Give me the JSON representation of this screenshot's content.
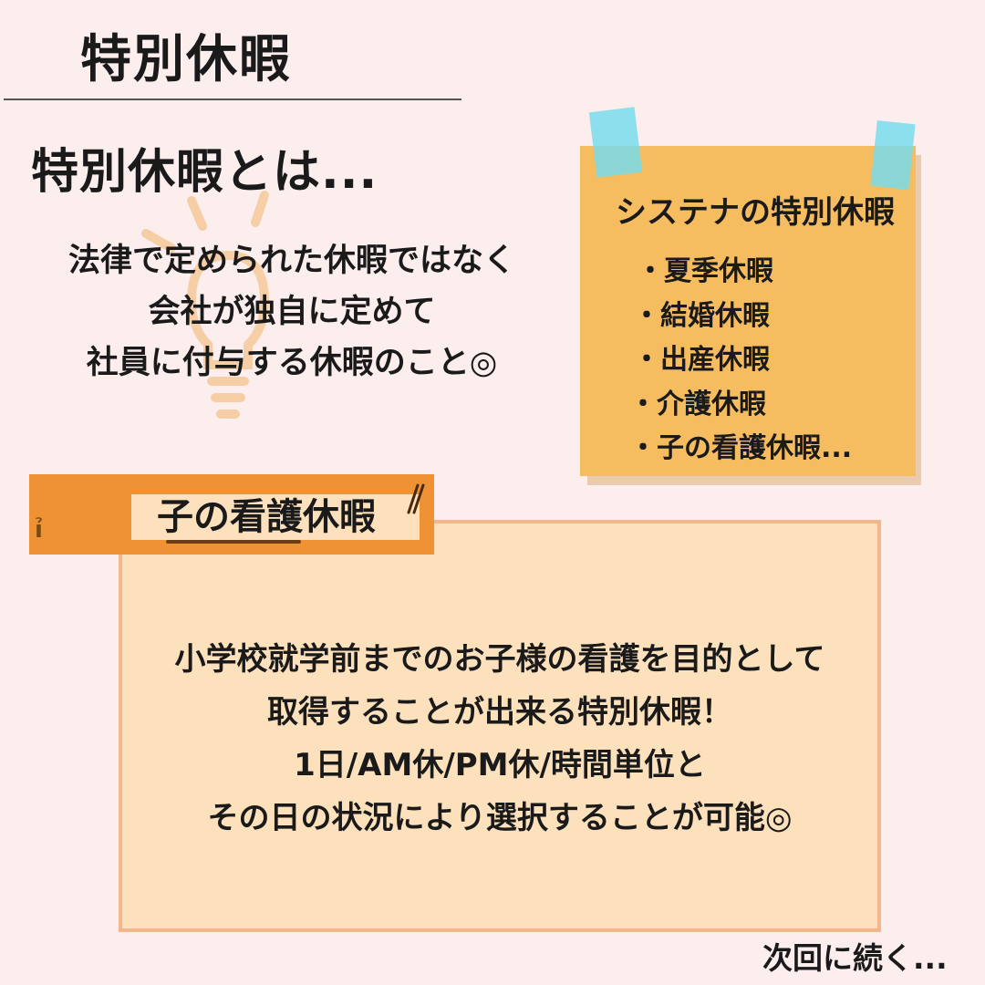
{
  "page": {
    "title": "特別休暇"
  },
  "intro": {
    "heading": "特別休暇とは...",
    "lines": [
      "法律で定められた休暇ではなく",
      "会社が独自に定めて",
      "社員に付与する休暇のこと◎"
    ]
  },
  "note": {
    "title": "システナの特別休暇",
    "items": [
      "・夏季休暇",
      "・結婚休暇",
      "・出産休暇",
      "・介護休暇",
      "・子の看護休暇..."
    ]
  },
  "section": {
    "label": "子の看護休暇",
    "lines": [
      "小学校就学前までのお子様の看護を目的として",
      "取得することが出来る特別休暇！",
      "1日/AM休/PM休/時間単位と",
      "その日の状況により選択することが可能◎"
    ]
  },
  "footer": {
    "next": "次回に続く..."
  },
  "colors": {
    "background": "#fdeeee",
    "note": "#f6bd60",
    "tape": "#7adbe6",
    "banner": "#ee9233",
    "box_fill": "#fde0bc",
    "box_border": "#f4b78d"
  }
}
